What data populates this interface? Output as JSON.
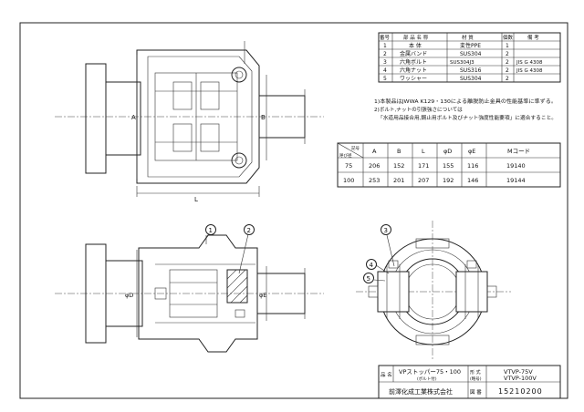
{
  "parts_table": {
    "headers": [
      "番号",
      "部 品 名 称",
      "材 質",
      "個数",
      "備 考"
    ],
    "rows": [
      [
        "1",
        "本 体",
        "変性PPE",
        "1",
        ""
      ],
      [
        "2",
        "金属バンド",
        "SUS304",
        "2",
        ""
      ],
      [
        "3",
        "六角ボルト",
        "SUS304J3",
        "2",
        "JIS G 4308"
      ],
      [
        "4",
        "六角ナット",
        "SUS316",
        "2",
        "JIS G 4308"
      ],
      [
        "5",
        "ワッシャー",
        "SUS304",
        "2",
        ""
      ]
    ]
  },
  "notes": [
    "1)本製品はJWWA K129・130による離脱防止金具の性能基準に準ずる。",
    "2)ボルト,ナットの引張強さについては",
    "「水道用品接合用,鋼止用ボルト及びナット強度性能要項」に適合すること。"
  ],
  "dim_table": {
    "corner_top": "記号",
    "corner_bottom": "呼び径",
    "headers": [
      "A",
      "B",
      "L",
      "φD",
      "φE",
      "Mコード"
    ],
    "rows": [
      [
        "75",
        "206",
        "152",
        "171",
        "155",
        "116",
        "19140"
      ],
      [
        "100",
        "253",
        "201",
        "207",
        "192",
        "146",
        "19144"
      ]
    ]
  },
  "dims": {
    "A": "A",
    "B": "B",
    "L": "L",
    "D": "φD",
    "E": "φE"
  },
  "balloons": [
    "1",
    "2",
    "3",
    "4",
    "5"
  ],
  "title_block": {
    "name_label": "品 名",
    "name_value": "VPストッパー75・100",
    "name_sub": "(ボルト付)",
    "model_label": "形 式",
    "model_sub": "(略号)",
    "model_values": [
      "VTVP-75V",
      "VTVP-100V"
    ],
    "company": "前澤化成工業株式会社",
    "drawing_label": "図 番",
    "drawing_no": "15210200"
  }
}
